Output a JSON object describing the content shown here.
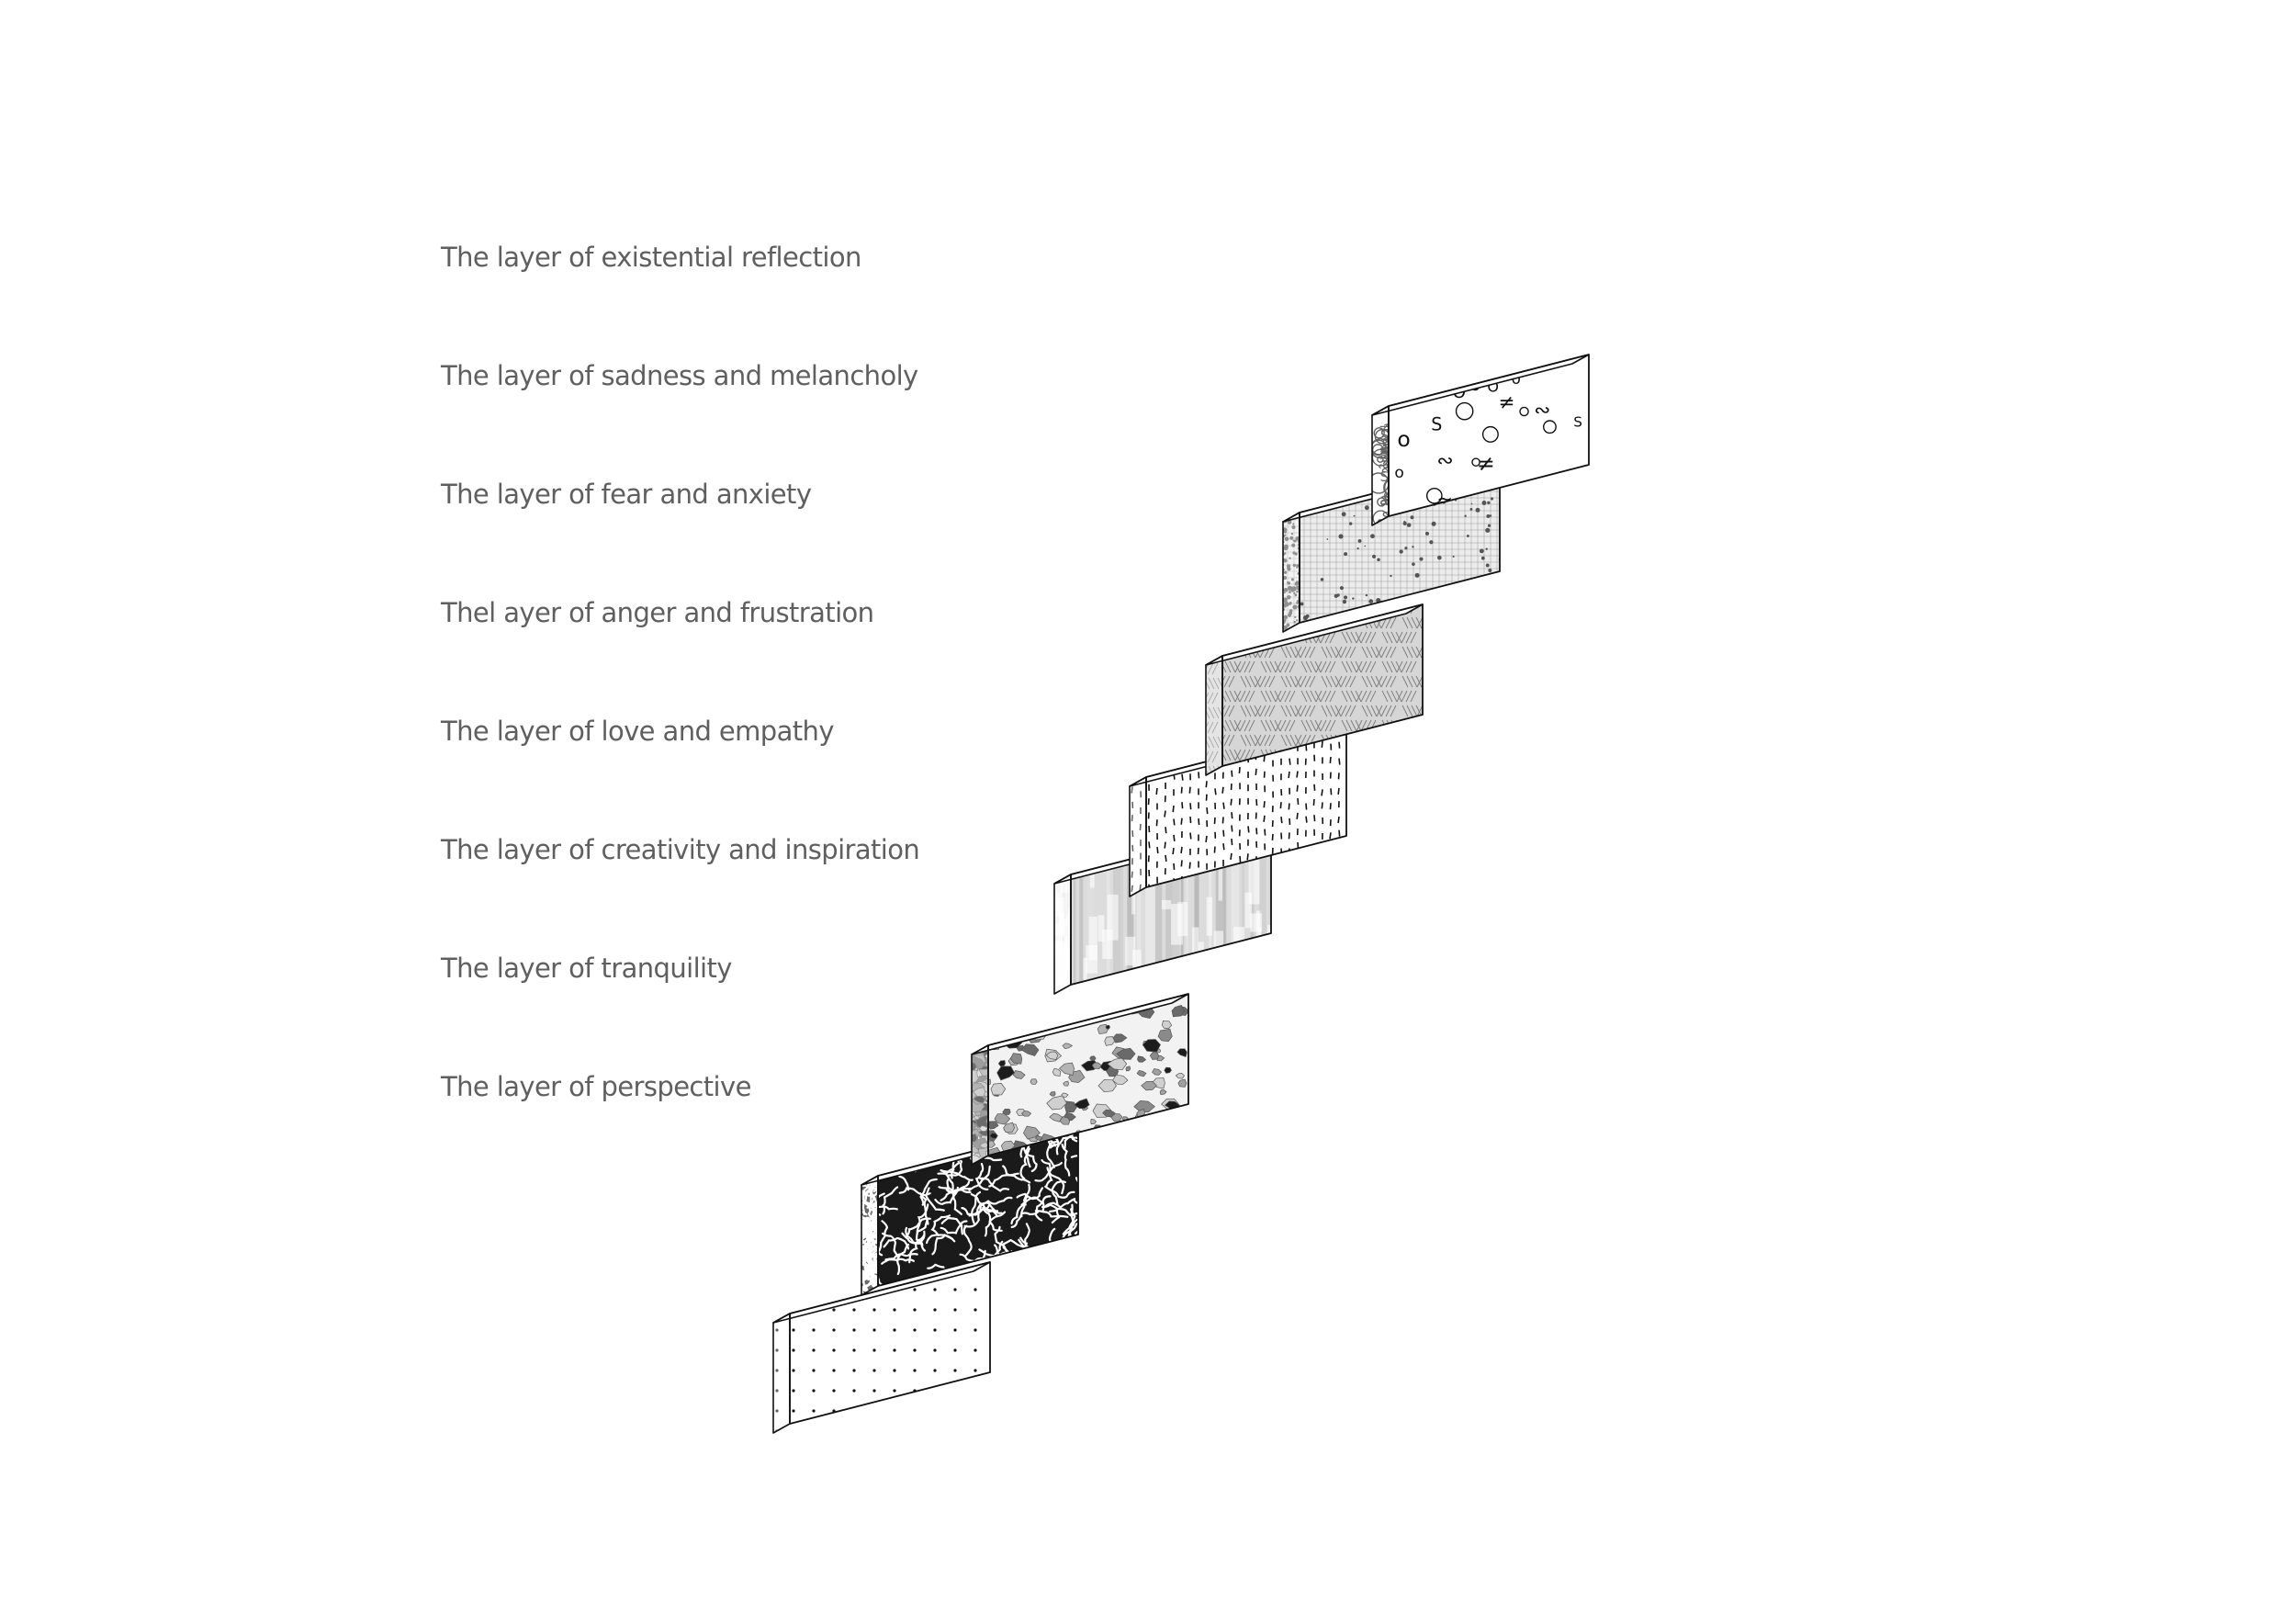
{
  "diagram": {
    "labels": [
      "The layer of existential reflection",
      "The layer of sadness and melancholy",
      "The layer of fear and anxiety",
      "Thel ayer of anger and frustration",
      "The layer of love and empathy",
      "The layer of creativity and inspiration",
      "The layer of tranquility",
      "The layer of perspective"
    ],
    "blocks": [
      {
        "texture": "dots"
      },
      {
        "texture": "maze"
      },
      {
        "texture": "terrazzo"
      },
      {
        "texture": "washed-vertical"
      },
      {
        "texture": "dashes"
      },
      {
        "texture": "hatching"
      },
      {
        "texture": "grid-speckle"
      },
      {
        "texture": "squiggles"
      }
    ],
    "colors": {
      "line": "#111111",
      "label": "#5f5f5f",
      "background": "#ffffff"
    }
  }
}
